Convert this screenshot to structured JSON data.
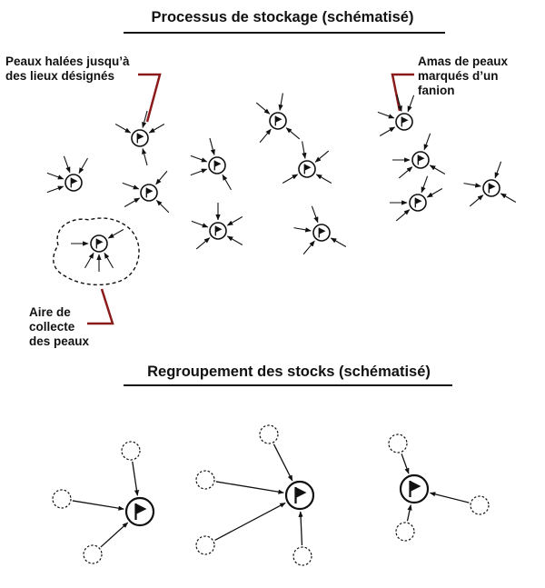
{
  "diagram": {
    "section1_title": "Processus de stockage (schématisé)",
    "section2_title": "Regroupement des stocks (schématisé)",
    "annotations": {
      "hauled": [
        "Peaux halées jusqu’à",
        "des lieux désignés"
      ],
      "caches": [
        "Amas de peaux",
        "marqués d’un",
        "fanion"
      ],
      "collection": [
        "Aire de",
        "collecte",
        "des peaux"
      ]
    },
    "colors": {
      "leader_lines": "#8b1a1a",
      "ink": "#111111"
    },
    "icons": {
      "cache": "flag-marker-icon",
      "empty_cache": "dashed-circle-icon"
    }
  }
}
